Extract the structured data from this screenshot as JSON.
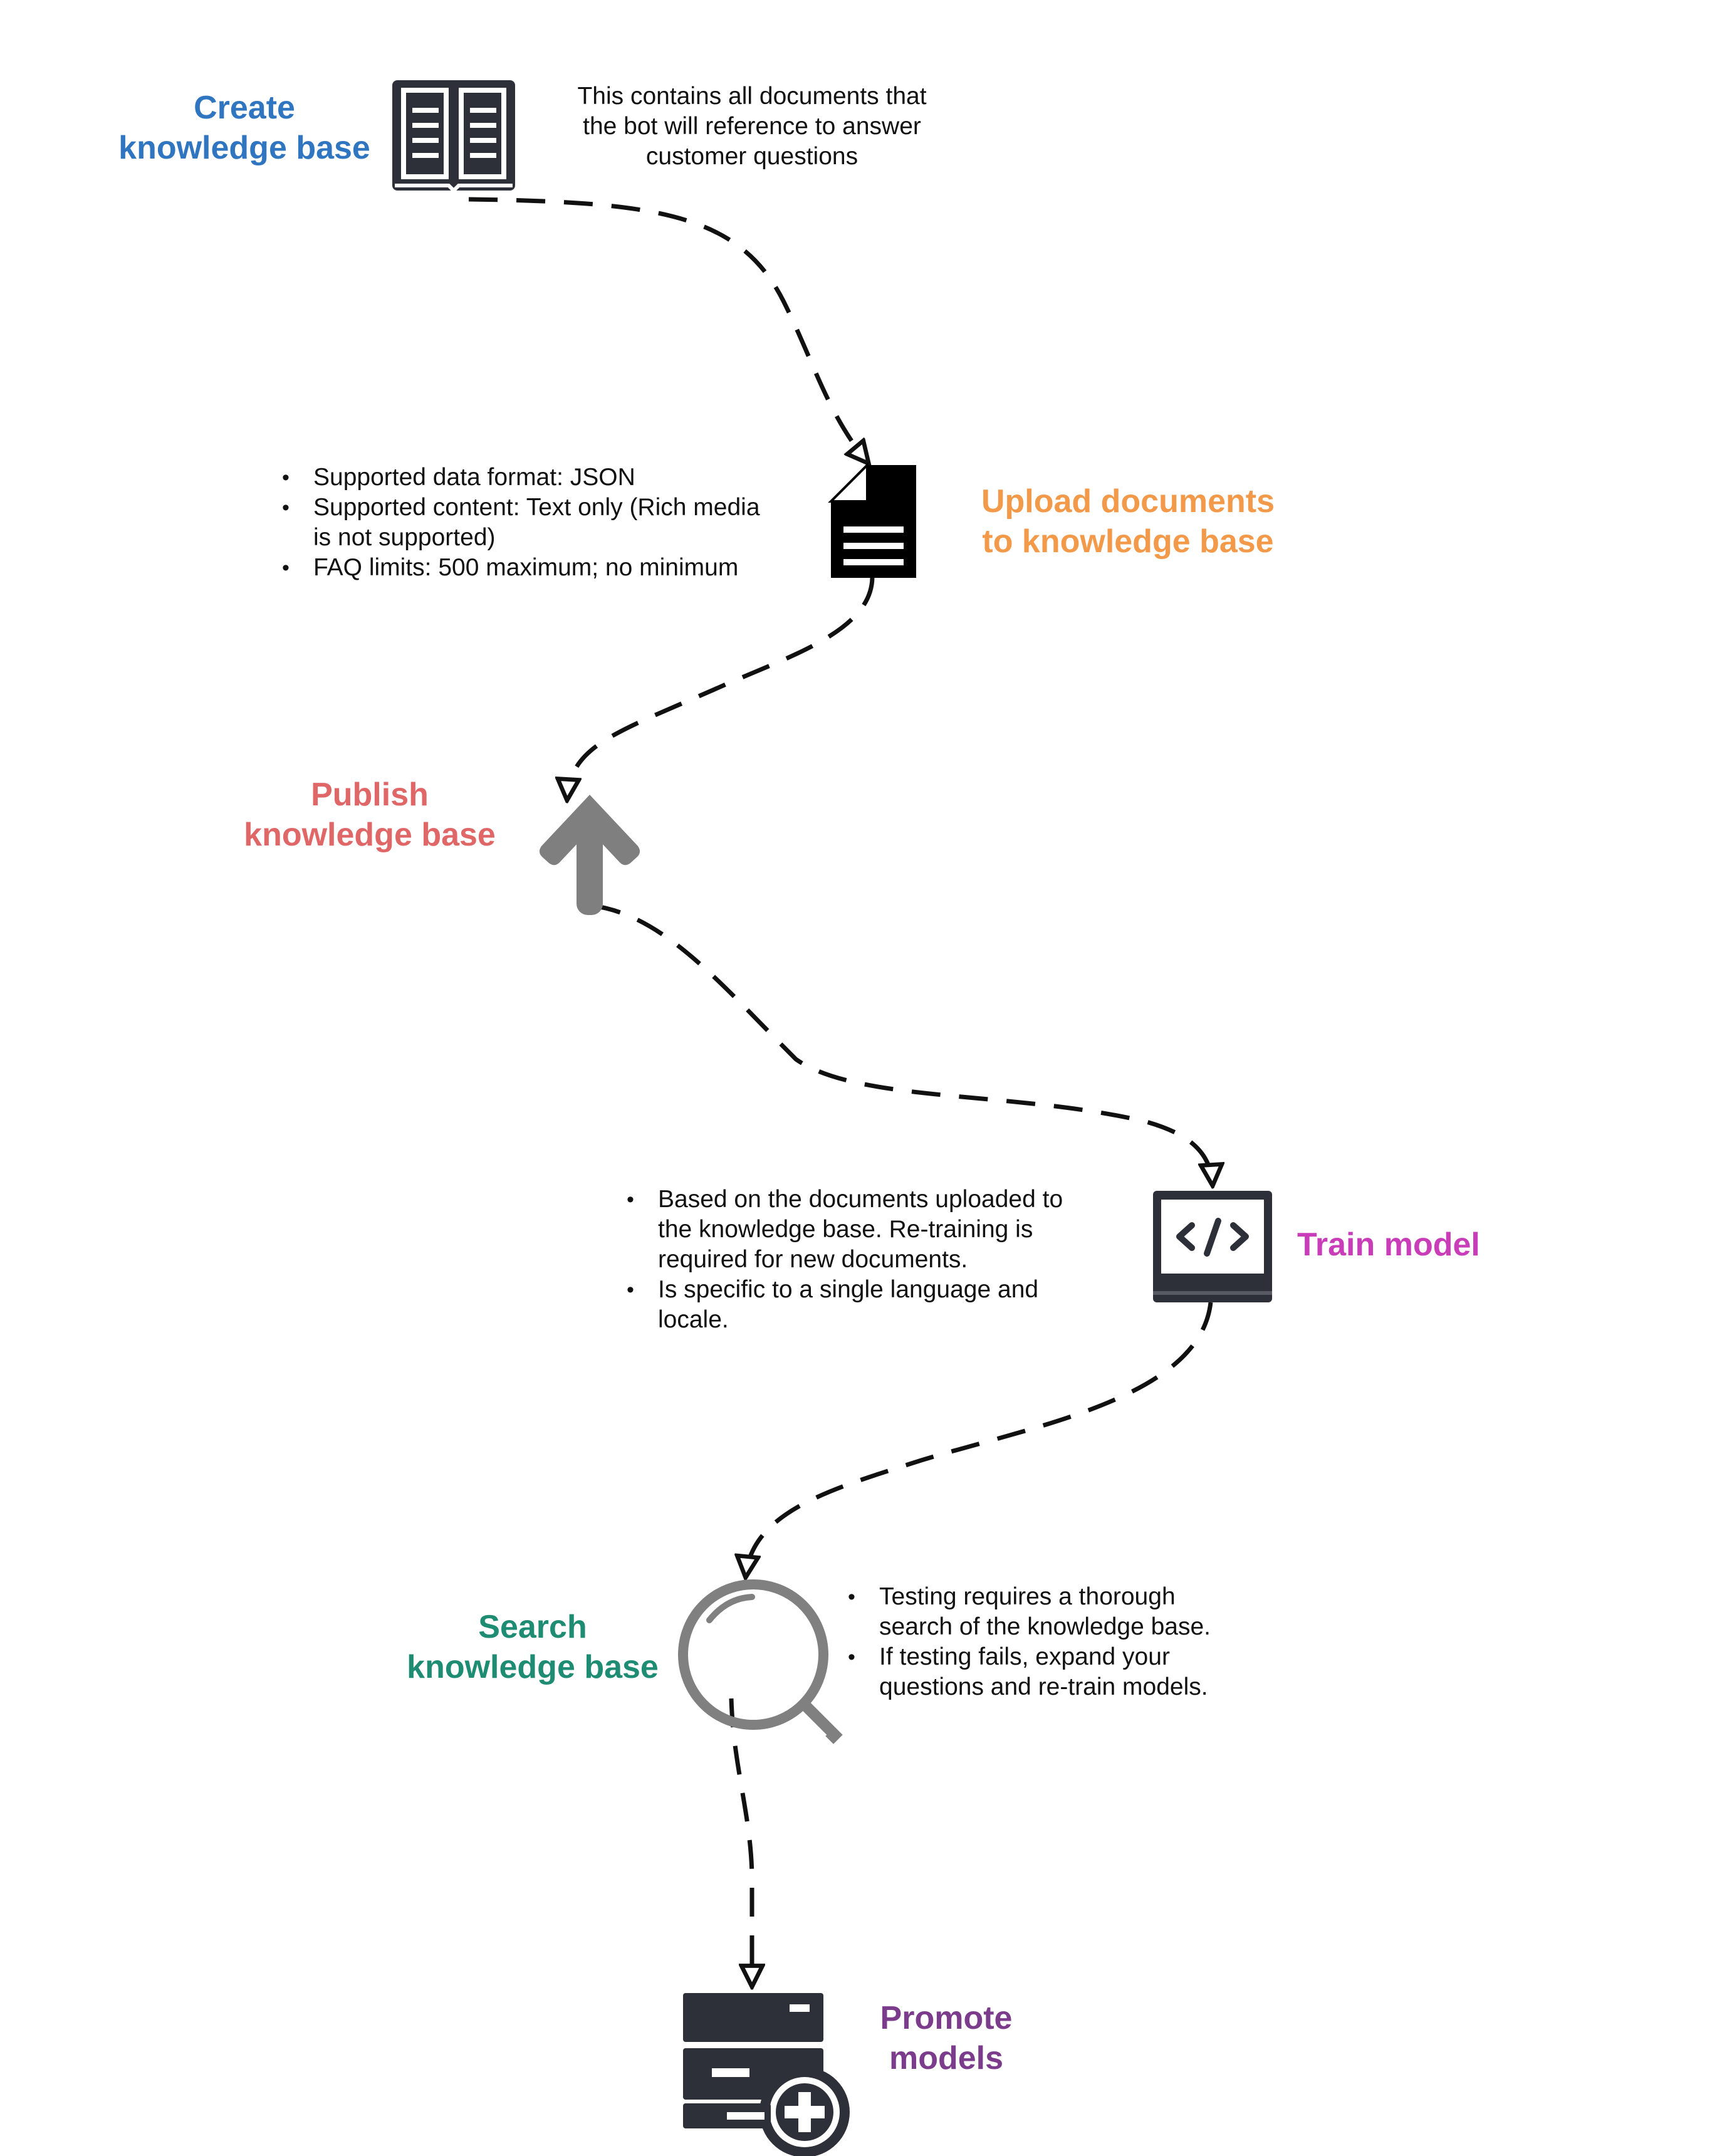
{
  "colors": {
    "create": "#2f75c0",
    "upload": "#f29a4a",
    "publish": "#e06767",
    "train": "#c93db9",
    "search": "#1e8c73",
    "promote": "#7c3c8c",
    "icon_dark": "#2d3038",
    "icon_gray": "#7f7f7f",
    "connector": "#111111"
  },
  "steps": {
    "create": {
      "icon": "book-icon",
      "title_lines": [
        "Create",
        "knowledge base"
      ],
      "note_lines": [
        "This contains all documents that",
        "the bot will reference to answer",
        "customer questions"
      ]
    },
    "upload": {
      "icon": "document-icon",
      "title_lines": [
        "Upload documents",
        "to knowledge base"
      ],
      "bullets": [
        [
          "Supported data format: JSON"
        ],
        [
          "Supported content: Text only (Rich media",
          "is not supported)"
        ],
        [
          "FAQ limits: 500 maximum; no minimum"
        ]
      ]
    },
    "publish": {
      "icon": "arrow-up-icon",
      "title_lines": [
        "Publish",
        "knowledge base"
      ]
    },
    "train": {
      "icon": "code-monitor-icon",
      "title_lines": [
        "Train model"
      ],
      "bullets": [
        [
          "Based on the documents uploaded to",
          "the knowledge base. Re-training is",
          "required for new documents."
        ],
        [
          "Is specific to a single language and",
          "locale."
        ]
      ]
    },
    "search": {
      "icon": "magnifier-icon",
      "title_lines": [
        "Search",
        "knowledge base"
      ],
      "bullets": [
        [
          "Testing requires a thorough",
          "search of the knowledge base."
        ],
        [
          " If testing fails, expand your",
          "questions and re-train models."
        ]
      ]
    },
    "promote": {
      "icon": "server-add-icon",
      "title_lines": [
        "Promote",
        "models"
      ]
    }
  }
}
